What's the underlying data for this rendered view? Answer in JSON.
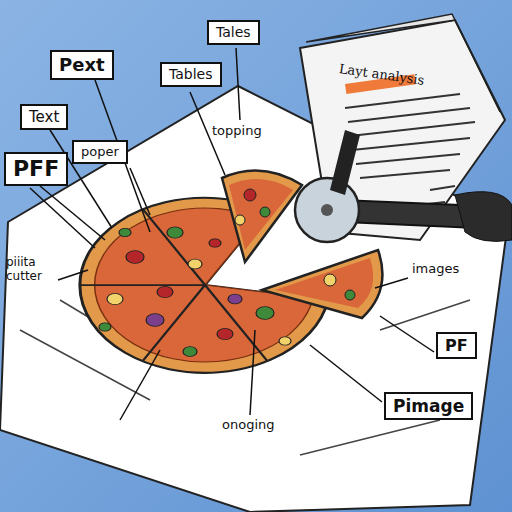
{
  "diagram": {
    "nodes": [
      {
        "text": [
          "Tales"
        ]
      },
      {
        "text": [
          "Pext"
        ]
      },
      {
        "text": [
          "Tables"
        ]
      },
      {
        "text": [
          "Text"
        ]
      },
      {
        "text": [
          "poper"
        ]
      },
      {
        "text": [
          "PFF"
        ]
      },
      {
        "text": [
          "PF"
        ]
      },
      {
        "text": [
          "Pimage"
        ]
      }
    ],
    "labels": [
      "topping",
      "Layt analysis",
      "piiita cutter",
      "images",
      "onoging"
    ]
  }
}
